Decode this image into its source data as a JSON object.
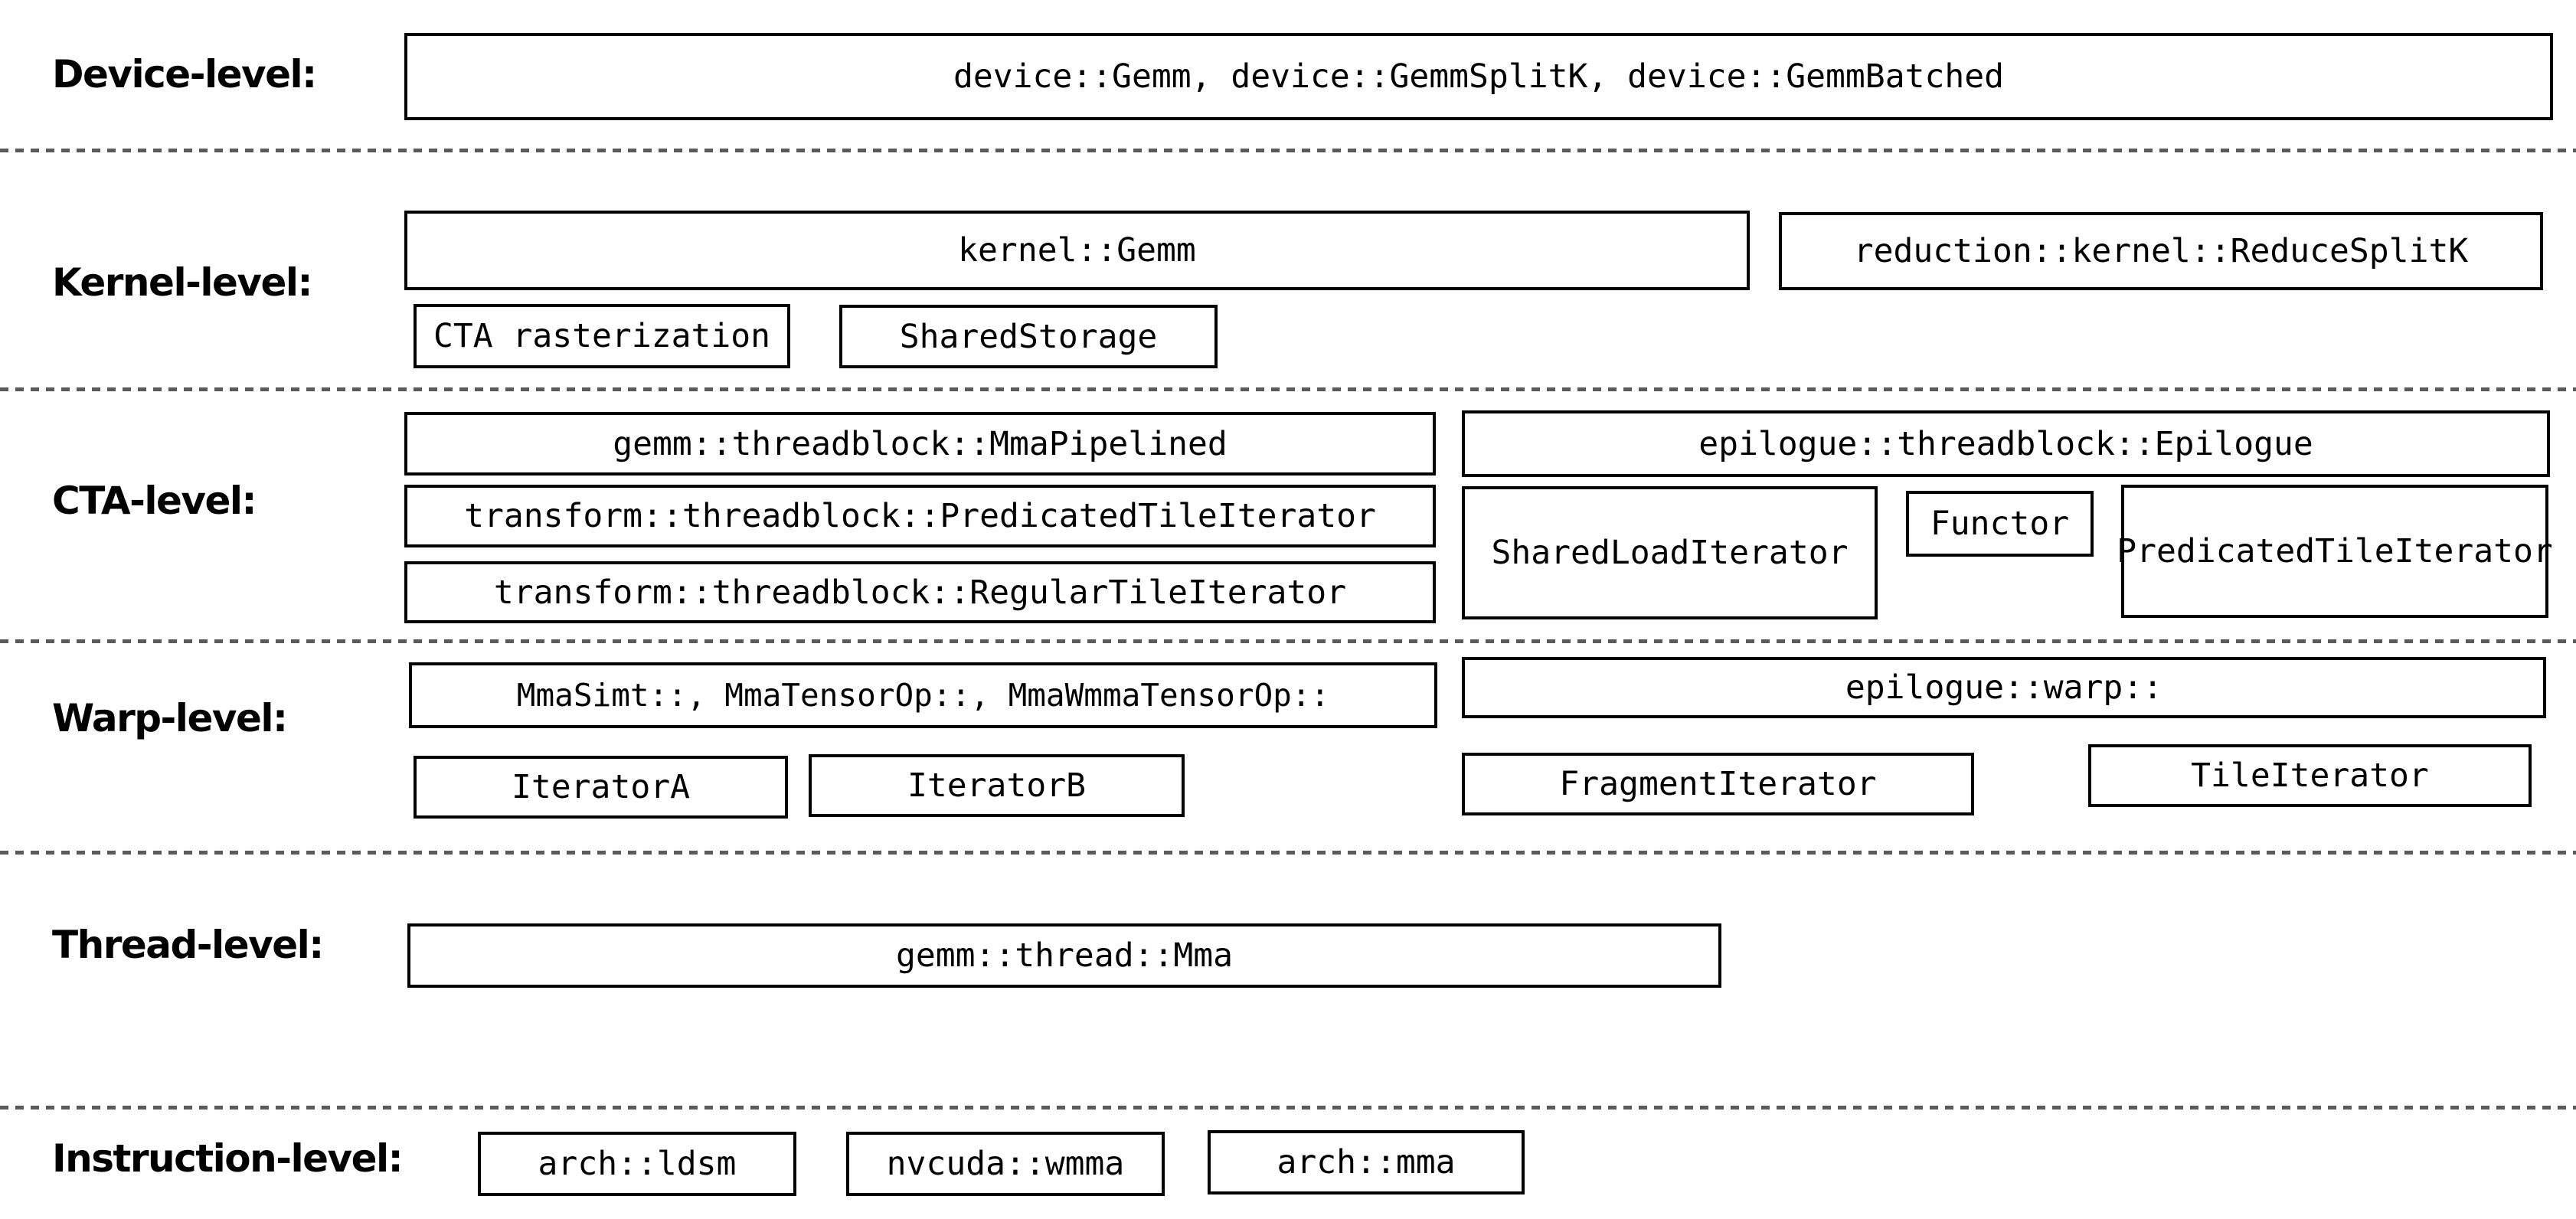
{
  "colors": {
    "background": "#ffffff",
    "box_border": "#000000",
    "text": "#000000",
    "separator": "#5a5a5a"
  },
  "levels": {
    "device": {
      "label": "Device-level:",
      "boxes": {
        "main": "device::Gemm, device::GemmSplitK, device::GemmBatched"
      }
    },
    "kernel": {
      "label": "Kernel-level:",
      "boxes": {
        "kernel_gemm": "kernel::Gemm",
        "reduce_splitk": "reduction::kernel::ReduceSplitK",
        "cta_rasterization": "CTA rasterization",
        "shared_storage": "SharedStorage"
      }
    },
    "cta": {
      "label": "CTA-level:",
      "boxes": {
        "mma_pipelined": "gemm::threadblock::MmaPipelined",
        "predicated_tile_iterator_transform": "transform::threadblock::PredicatedTileIterator",
        "regular_tile_iterator": "transform::threadblock::RegularTileIterator",
        "epilogue": "epilogue::threadblock::Epilogue",
        "shared_load_iterator": "SharedLoadIterator",
        "functor": "Functor",
        "predicated_tile_iterator_epilogue": "PredicatedTileIterator"
      }
    },
    "warp": {
      "label": "Warp-level:",
      "boxes": {
        "mma_ops": "MmaSimt::, MmaTensorOp::, MmaWmmaTensorOp::",
        "epilogue_warp": "epilogue::warp::",
        "iterator_a": "IteratorA",
        "iterator_b": "IteratorB",
        "fragment_iterator": "FragmentIterator",
        "tile_iterator": "TileIterator"
      }
    },
    "thread": {
      "label": "Thread-level:",
      "boxes": {
        "mma": "gemm::thread::Mma"
      }
    },
    "instruction": {
      "label": "Instruction-level:",
      "boxes": {
        "arch_ldsm": "arch::ldsm",
        "nvcuda_wmma": "nvcuda::wmma",
        "arch_mma": "arch::mma"
      }
    }
  }
}
